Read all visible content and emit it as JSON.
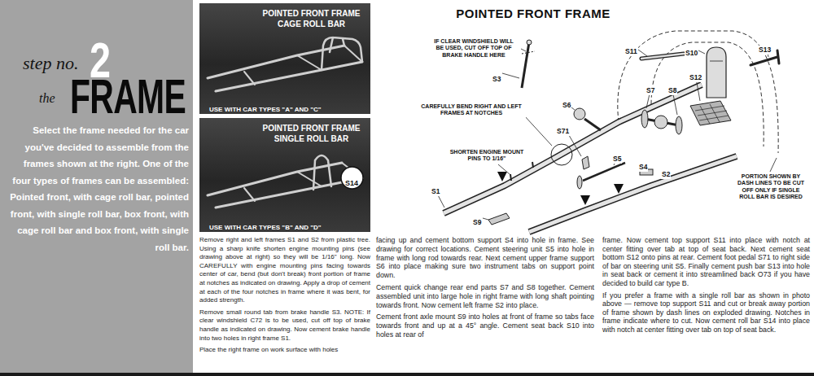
{
  "diagram": {
    "title": "POINTED FRONT FRAME",
    "nodes": [
      {
        "text": [
          "step no.",
          "2",
          "the",
          "FRAME",
          "Select the frame needed for the car you've decided to assemble from the frames shown at the right. One of the four types of frames can be assembled: Pointed front, with cage roll bar, pointed front, with single roll bar, box front, with cage roll bar and box front, with single roll bar."
        ]
      },
      {
        "text": [
          "POINTED FRONT FRAME CAGE ROLL BAR",
          "USE WITH CAR TYPES \"A\" AND \"C\""
        ]
      },
      {
        "text": [
          "POINTED FRONT FRAME SINGLE ROLL BAR",
          "USE WITH CAR TYPES \"B\" AND \"D\""
        ]
      },
      {
        "text": [
          "S14"
        ],
        "in": 2
      }
    ],
    "labels": [
      "IF CLEAR WINDSHIELD WILL BE USED, CUT OFF TOP OF BRAKE HANDLE HERE",
      "S3",
      "S11",
      "S10",
      "S13",
      "S12",
      "S7",
      "S8",
      "S6",
      "CAREFULLY BEND RIGHT AND LEFT FRAMES AT NOTCHES",
      "S71",
      "S5",
      "S4",
      "SHORTEN ENGINE MOUNT PINS TO 1/16\"",
      "S1",
      "S2",
      "PORTION SHOWN BY DASH LINES TO BE CUT OFF ONLY IF SINGLE ROLL BAR IS DESIRED",
      "S9",
      "Remove right and left frames S1 and S2 from plastic tree. Using a sharp knife shorten engine mounting pins (see drawing above at right) so they will be 1/16\" long. Now CAREFULLY with engine mounting pins facing towards center of car, bend (but don't break) front portion of frame at notches as indicated on drawing. Apply a drop of cement at each of the four notches in frame where it was bent, for added strength.",
      "Remove small round tab from brake handle S3. NOTE: If clear windshield C72 is to be used, cut off top of brake handle as indicated on drawing. Now cement brake handle into two holes in right frame S1.",
      "Place the right frame on work surface with holes",
      "facing up and cement bottom support S4 into hole in frame. See drawing for correct locations. Cement steering unit S5 into hole in frame with long rod towards rear. Next cement upper frame support S6 into place making sure two instrument tabs on support point down.",
      "Cement quick change rear end parts S7 and S8 together. Cement assembled unit into large hole in right frame with long shaft pointing towards front. Now cement left frame S2 into place.",
      "Cement front axle mount S9 into holes at front of frame so tabs face towards front and up at a 45° angle. Cement seat back S10 into holes at rear of",
      "frame. Now cement top support S11 into place with notch at center fitting over tab at top of seat back. Next cement seat bottom S12 onto pins at rear. Cement foot pedal S71 to right side of bar on steering unit S5. Finally cement push bar S13 into hole in seat back or cement it into streamlined back O73 if you have decided to build car type B.",
      "If you prefer a frame with a single roll bar as shown in photo above — remove top support S11 and cut or break away portion of frame shown by dash lines on exploded drawing. Notches in frame indicate where to cut. Now cement roll bar S14 into place with notch at center fitting over tab on top of seat back."
    ]
  }
}
